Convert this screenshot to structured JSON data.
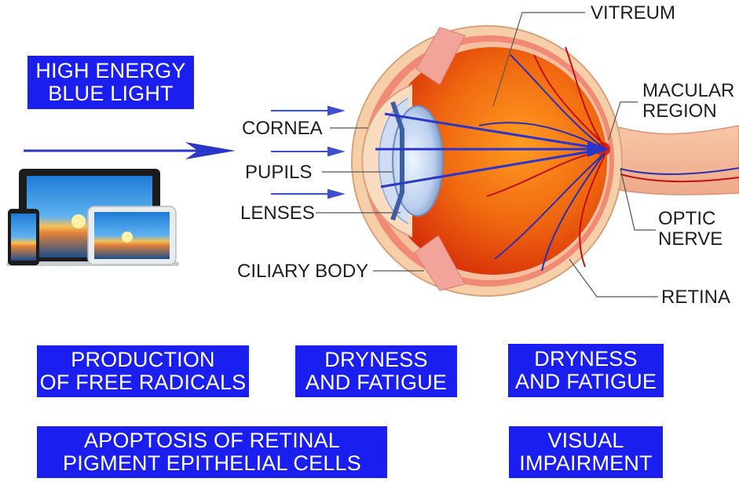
{
  "colors": {
    "badge_bg": "#1a1ff0",
    "badge_text": "#ffffff",
    "label_text": "#1e1e1e",
    "beam": "#2a36c8"
  },
  "header_badge": {
    "line1": "HIGH ENERGY",
    "line2": "BLUE LIGHT"
  },
  "labels": {
    "vitreum": "VITREUM",
    "macular_line1": "MACULAR",
    "macular_line2": "REGION",
    "cornea": "CORNEA",
    "pupils": "PUPILS",
    "lenses": "LENSES",
    "ciliary": "CILIARY BODY",
    "optic_line1": "OPTIC",
    "optic_line2": "NERVE",
    "retina": "RETINA"
  },
  "effects": [
    {
      "line1": "PRODUCTION",
      "line2": "OF FREE RADICALS"
    },
    {
      "line1": "DRYNESS",
      "line2": "AND FATIGUE"
    },
    {
      "line1": "DRYNESS",
      "line2": "AND FATIGUE"
    },
    {
      "line1": "APOPTOSIS OF RETINAL",
      "line2": "PIGMENT EPITHELIAL CELLS"
    },
    {
      "line1": "VISUAL",
      "line2": "IMPAIRMENT"
    }
  ],
  "icons": [
    "blue-light-arrow-icon",
    "laptop-icon",
    "tablet-icon",
    "phone-icon",
    "eye-anatomy-illustration"
  ]
}
